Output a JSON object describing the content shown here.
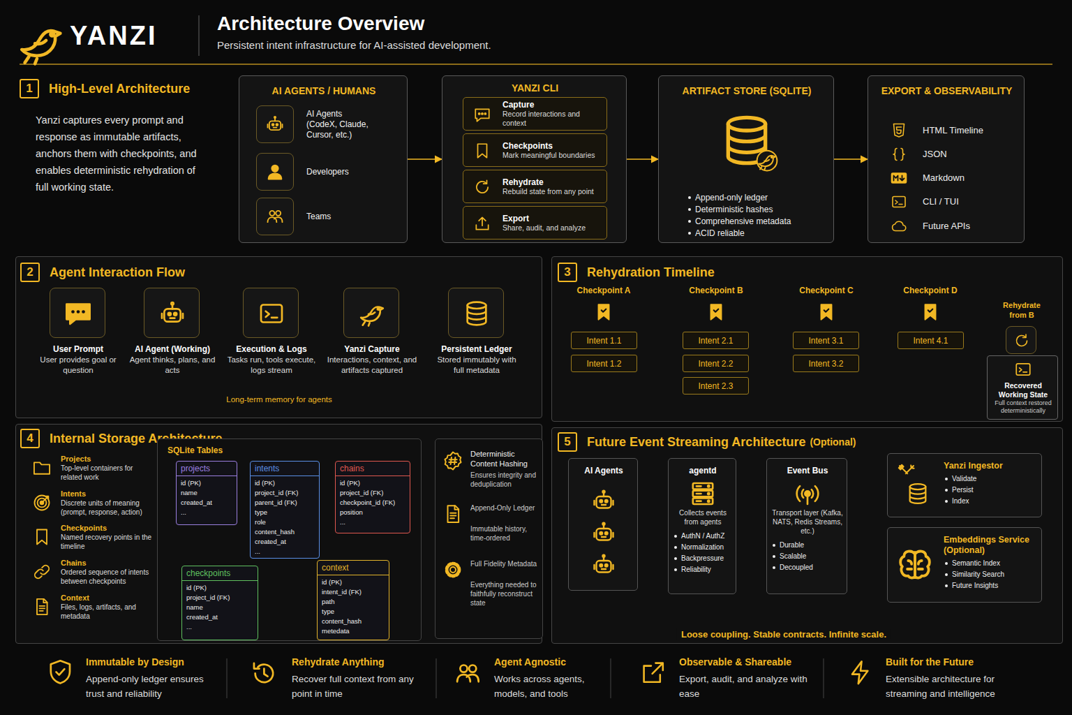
{
  "diagram": {
    "title": "Architecture Overview",
    "caption": "Persistent intent infrastructure for AI-assisted development.",
    "nodes": [
      {
        "text": [
          "1",
          "High-Level Architecture",
          "Yanzi captures every prompt and response as immutable artifacts, anchors them with checkpoints, and enables deterministic rehydration of full working state."
        ]
      },
      {
        "text": [
          "AI AGENTS / HUMANS"
        ],
        "in": 0
      },
      {
        "text": [
          "AI Agents",
          "(CodeX, Claude, Cursor, etc.)"
        ],
        "in": 1
      },
      {
        "text": [
          "Developers"
        ],
        "in": 1
      },
      {
        "text": [
          "Teams"
        ],
        "in": 1
      },
      {
        "text": [
          "YANZI CLI"
        ],
        "in": 0
      },
      {
        "text": [
          "Capture",
          "Record interactions and context"
        ],
        "in": 5
      },
      {
        "text": [
          "Checkpoints",
          "Mark meaningful boundaries"
        ],
        "in": 5
      },
      {
        "text": [
          "Rehydrate",
          "Rebuild state from any point"
        ],
        "in": 5
      },
      {
        "text": [
          "Export",
          "Share, audit, and analyze"
        ],
        "in": 5
      },
      {
        "text": [
          "ARTIFACT STORE (SQLITE)",
          "Append-only ledger",
          "Deterministic hashes",
          "Comprehensive metadata",
          "ACID reliable"
        ],
        "in": 0
      },
      {
        "text": [
          "EXPORT & OBSERVABILITY",
          "HTML Timeline",
          "JSON",
          "Markdown",
          "CLI / TUI",
          "Future APIs"
        ],
        "in": 0
      },
      {
        "text": [
          "2",
          "Agent Interaction Flow"
        ]
      },
      {
        "text": [
          "User Prompt",
          "User provides goal or question"
        ],
        "in": 12
      },
      {
        "text": [
          "AI Agent (Working)",
          "Agent thinks, plans, and acts"
        ],
        "in": 12
      },
      {
        "text": [
          "Execution & Logs",
          "Tasks run, tools execute, logs stream"
        ],
        "in": 12
      },
      {
        "text": [
          "Yanzi Capture",
          "Interactions, context, and artifacts captured"
        ],
        "in": 12
      },
      {
        "text": [
          "Persistent Ledger",
          "Stored immutably with full metadata"
        ],
        "in": 12
      },
      {
        "text": [
          "3",
          "Rehydration Timeline"
        ]
      },
      {
        "text": [
          "Checkpoint A"
        ],
        "in": 18
      },
      {
        "text": [
          "Checkpoint B"
        ],
        "in": 18
      },
      {
        "text": [
          "Checkpoint C"
        ],
        "in": 18
      },
      {
        "text": [
          "Checkpoint D"
        ],
        "in": 18
      },
      {
        "text": [
          "Intent 1.1"
        ],
        "in": 18
      },
      {
        "text": [
          "Intent 1.2"
        ],
        "in": 18
      },
      {
        "text": [
          "Intent 2.1"
        ],
        "in": 18
      },
      {
        "text": [
          "Intent 2.2"
        ],
        "in": 18
      },
      {
        "text": [
          "Intent 2.3"
        ],
        "in": 18
      },
      {
        "text": [
          "Intent 3.1"
        ],
        "in": 18
      },
      {
        "text": [
          "Intent 3.2"
        ],
        "in": 18
      },
      {
        "text": [
          "Intent 4.1"
        ],
        "in": 18
      },
      {
        "text": [
          "Rehydrate from B"
        ],
        "in": 18
      },
      {
        "text": [
          "Recovered Working State",
          "Full context restored deterministically"
        ],
        "in": 18
      },
      {
        "text": [
          "4",
          "Internal Storage Architecture"
        ]
      },
      {
        "text": [
          "Projects",
          "Top-level containers for related work"
        ],
        "in": 33
      },
      {
        "text": [
          "Intents",
          "Discrete units of meaning (prompt, response, action)"
        ],
        "in": 33
      },
      {
        "text": [
          "Checkpoints",
          "Named recovery points in the timeline"
        ],
        "in": 33
      },
      {
        "text": [
          "Chains",
          "Ordered sequence of intents between checkpoints"
        ],
        "in": 33
      },
      {
        "text": [
          "Context",
          "Files, logs, artifacts, and metadata"
        ],
        "in": 33
      },
      {
        "text": [
          "SQLite Tables"
        ],
        "in": 33
      },
      {
        "text": [
          "projects",
          "id (PK)",
          "name",
          "created_at",
          "..."
        ],
        "in": 39
      },
      {
        "text": [
          "intents",
          "id (PK)",
          "project_id (FK)",
          "parent_id (FK)",
          "type",
          "role",
          "content_hash",
          "created_at",
          "..."
        ],
        "in": 39
      },
      {
        "text": [
          "chains",
          "id (PK)",
          "project_id (FK)",
          "checkpoint_id (FK)",
          "position",
          "..."
        ],
        "in": 39
      },
      {
        "text": [
          "checkpoints",
          "id (PK)",
          "project_id (FK)",
          "name",
          "created_at",
          "..."
        ],
        "in": 39
      },
      {
        "text": [
          "context",
          "id (PK)",
          "intent_id (FK)",
          "path",
          "type",
          "content_hash",
          "metedata"
        ],
        "in": 39
      },
      {
        "text": [
          "Deterministic Content Hashing",
          "Ensures integrity and deduplication",
          "Append-Only Ledger",
          "Immutable history, time-ordered",
          "Full Fidelity Metadata",
          "Everything needed to faithfully reconstruct state"
        ],
        "in": 33
      },
      {
        "text": [
          "5",
          "Future Event Streaming Architecture",
          "(Optional)"
        ]
      },
      {
        "text": [
          "AI Agents"
        ],
        "in": 46
      },
      {
        "text": [
          "agentd",
          "Collects events from agents",
          "AuthN / AuthZ",
          "Normalization",
          "Backpressure",
          "Reliability"
        ],
        "in": 46
      },
      {
        "text": [
          "Event Bus",
          "Transport layer (Kafka, NATS, Redis Streams, etc.)",
          "Durable",
          "Scalable",
          "Decoupled"
        ],
        "in": 46
      },
      {
        "text": [
          "Yanzi Ingestor",
          "Validate",
          "Persist",
          "Index"
        ],
        "in": 46
      },
      {
        "text": [
          "Embeddings Service (Optional)",
          "Semantic Index",
          "Similarity Search",
          "Future Insights"
        ],
        "in": 46
      }
    ],
    "edges": [
      {
        "from": 1,
        "to": 5,
        "arrow": "to"
      },
      {
        "from": 5,
        "to": 10,
        "arrow": "to"
      },
      {
        "from": 10,
        "to": 11,
        "arrow": "to"
      },
      {
        "from": 13,
        "to": 14,
        "arrow": "to"
      },
      {
        "from": 14,
        "to": 15,
        "arrow": "to"
      },
      {
        "from": 15,
        "to": 16,
        "arrow": "to"
      },
      {
        "from": 16,
        "to": 17,
        "arrow": "to"
      },
      {
        "from": 17,
        "to": 13,
        "label": "Long-term memory for agents",
        "arrow": "to"
      },
      {
        "from": 19,
        "to": 20,
        "arrow": "none"
      },
      {
        "from": 20,
        "to": 21,
        "arrow": "none"
      },
      {
        "from": 21,
        "to": 22,
        "arrow": "none"
      },
      {
        "from": 22,
        "to": 31,
        "arrow": "to"
      },
      {
        "from": 19,
        "to": 23,
        "arrow": "none"
      },
      {
        "from": 20,
        "to": 25,
        "arrow": "none"
      },
      {
        "from": 21,
        "to": 28,
        "arrow": "none"
      },
      {
        "from": 22,
        "to": 30,
        "arrow": "none"
      },
      {
        "from": 24,
        "to": 32,
        "arrow": "to"
      },
      {
        "from": 40,
        "to": 41,
        "arrow": "to"
      },
      {
        "from": 41,
        "to": 42,
        "arrow": "to"
      },
      {
        "from": 43,
        "to": 41,
        "arrow": "to"
      },
      {
        "from": 41,
        "to": 44,
        "arrow": "to"
      },
      {
        "from": 42,
        "to": 44,
        "arrow": "to"
      },
      {
        "from": 47,
        "to": 48,
        "arrow": "to"
      },
      {
        "from": 48,
        "to": 49,
        "arrow": "to"
      },
      {
        "from": 49,
        "to": 50,
        "arrow": "to"
      },
      {
        "from": 49,
        "to": 51,
        "arrow": "to"
      },
      {
        "from": 51,
        "to": 47,
        "label": "Loose coupling. Stable contracts. Infinite scale.",
        "arrow": "both"
      }
    ],
    "labels": [
      "YANZI",
      "Immutable by Design",
      "Append-only ledger ensures trust and reliability",
      "Rehydrate Anything",
      "Recover full context from any point in time",
      "Agent Agnostic",
      "Works across agents, models, and tools",
      "Observable & Shareable",
      "Export, audit, and analyze with ease",
      "Built for the Future",
      "Extensible architecture for streaming and intelligence"
    ]
  }
}
